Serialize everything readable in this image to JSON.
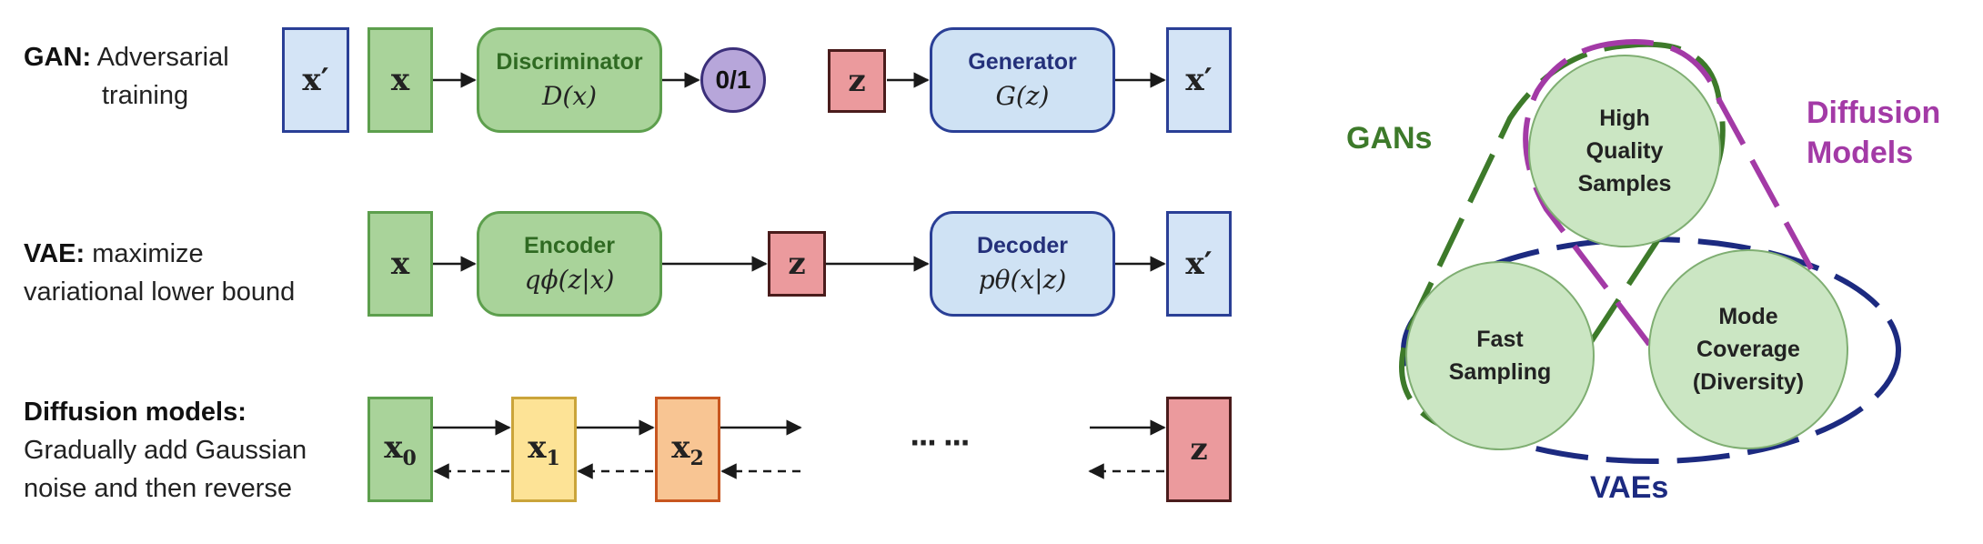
{
  "rows": {
    "gan": {
      "label_bold": "GAN:",
      "label_rest": "Adversarial",
      "label_line2": "training",
      "x_prime_left": "x′",
      "x": "x",
      "discriminator": {
        "title": "Discriminator",
        "formula": "D(x)"
      },
      "output": "0/1",
      "z": "z",
      "generator": {
        "title": "Generator",
        "formula": "G(z)"
      },
      "x_prime_right": "x′"
    },
    "vae": {
      "label_bold": "VAE:",
      "label_rest": "maximize",
      "label_line2": "variational lower bound",
      "x": "x",
      "encoder": {
        "title": "Encoder",
        "formula": "qϕ(z|x)"
      },
      "z": "z",
      "decoder": {
        "title": "Decoder",
        "formula": "pθ(x|z)"
      },
      "x_prime": "x′"
    },
    "diffusion": {
      "label_bold": "Diffusion models:",
      "label_line2": "Gradually add Gaussian",
      "label_line3": "noise and then reverse",
      "x0": "x",
      "x0_sub": "0",
      "x1": "x",
      "x1_sub": "1",
      "x2": "x",
      "x2_sub": "2",
      "ellipsis": "··· ···",
      "z": "z"
    }
  },
  "trilemma": {
    "top": "High\nQuality\nSamples",
    "left": "Fast\nSampling",
    "right": "Mode\nCoverage\n(Diversity)",
    "gans": "GANs",
    "diffusion": "Diffusion\nModels",
    "vaes": "VAEs"
  },
  "colors": {
    "gan_green": "#3d7a2a",
    "diffusion_purple": "#a33aa6",
    "vae_navy": "#1c2a80",
    "arrow": "#1a1a1a"
  }
}
